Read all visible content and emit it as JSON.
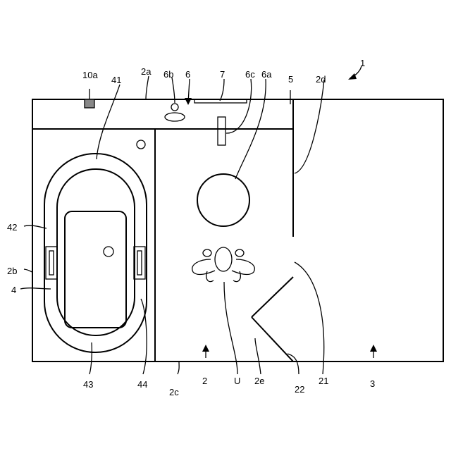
{
  "labels": {
    "l1": "1",
    "l10a": "10a",
    "l2a": "2a",
    "l6b": "6b",
    "l6": "6",
    "l7": "7",
    "l6c": "6c",
    "l6a": "6a",
    "l5": "5",
    "l2d": "2d",
    "l41": "41",
    "l42": "42",
    "l2b": "2b",
    "l4": "4",
    "l43": "43",
    "l44": "44",
    "l2c": "2c",
    "l2": "2",
    "lU": "U",
    "l2e": "2e",
    "l22": "22",
    "l21": "21",
    "l3": "3",
    "l2arrow": "2",
    "l3arrow": "3"
  }
}
